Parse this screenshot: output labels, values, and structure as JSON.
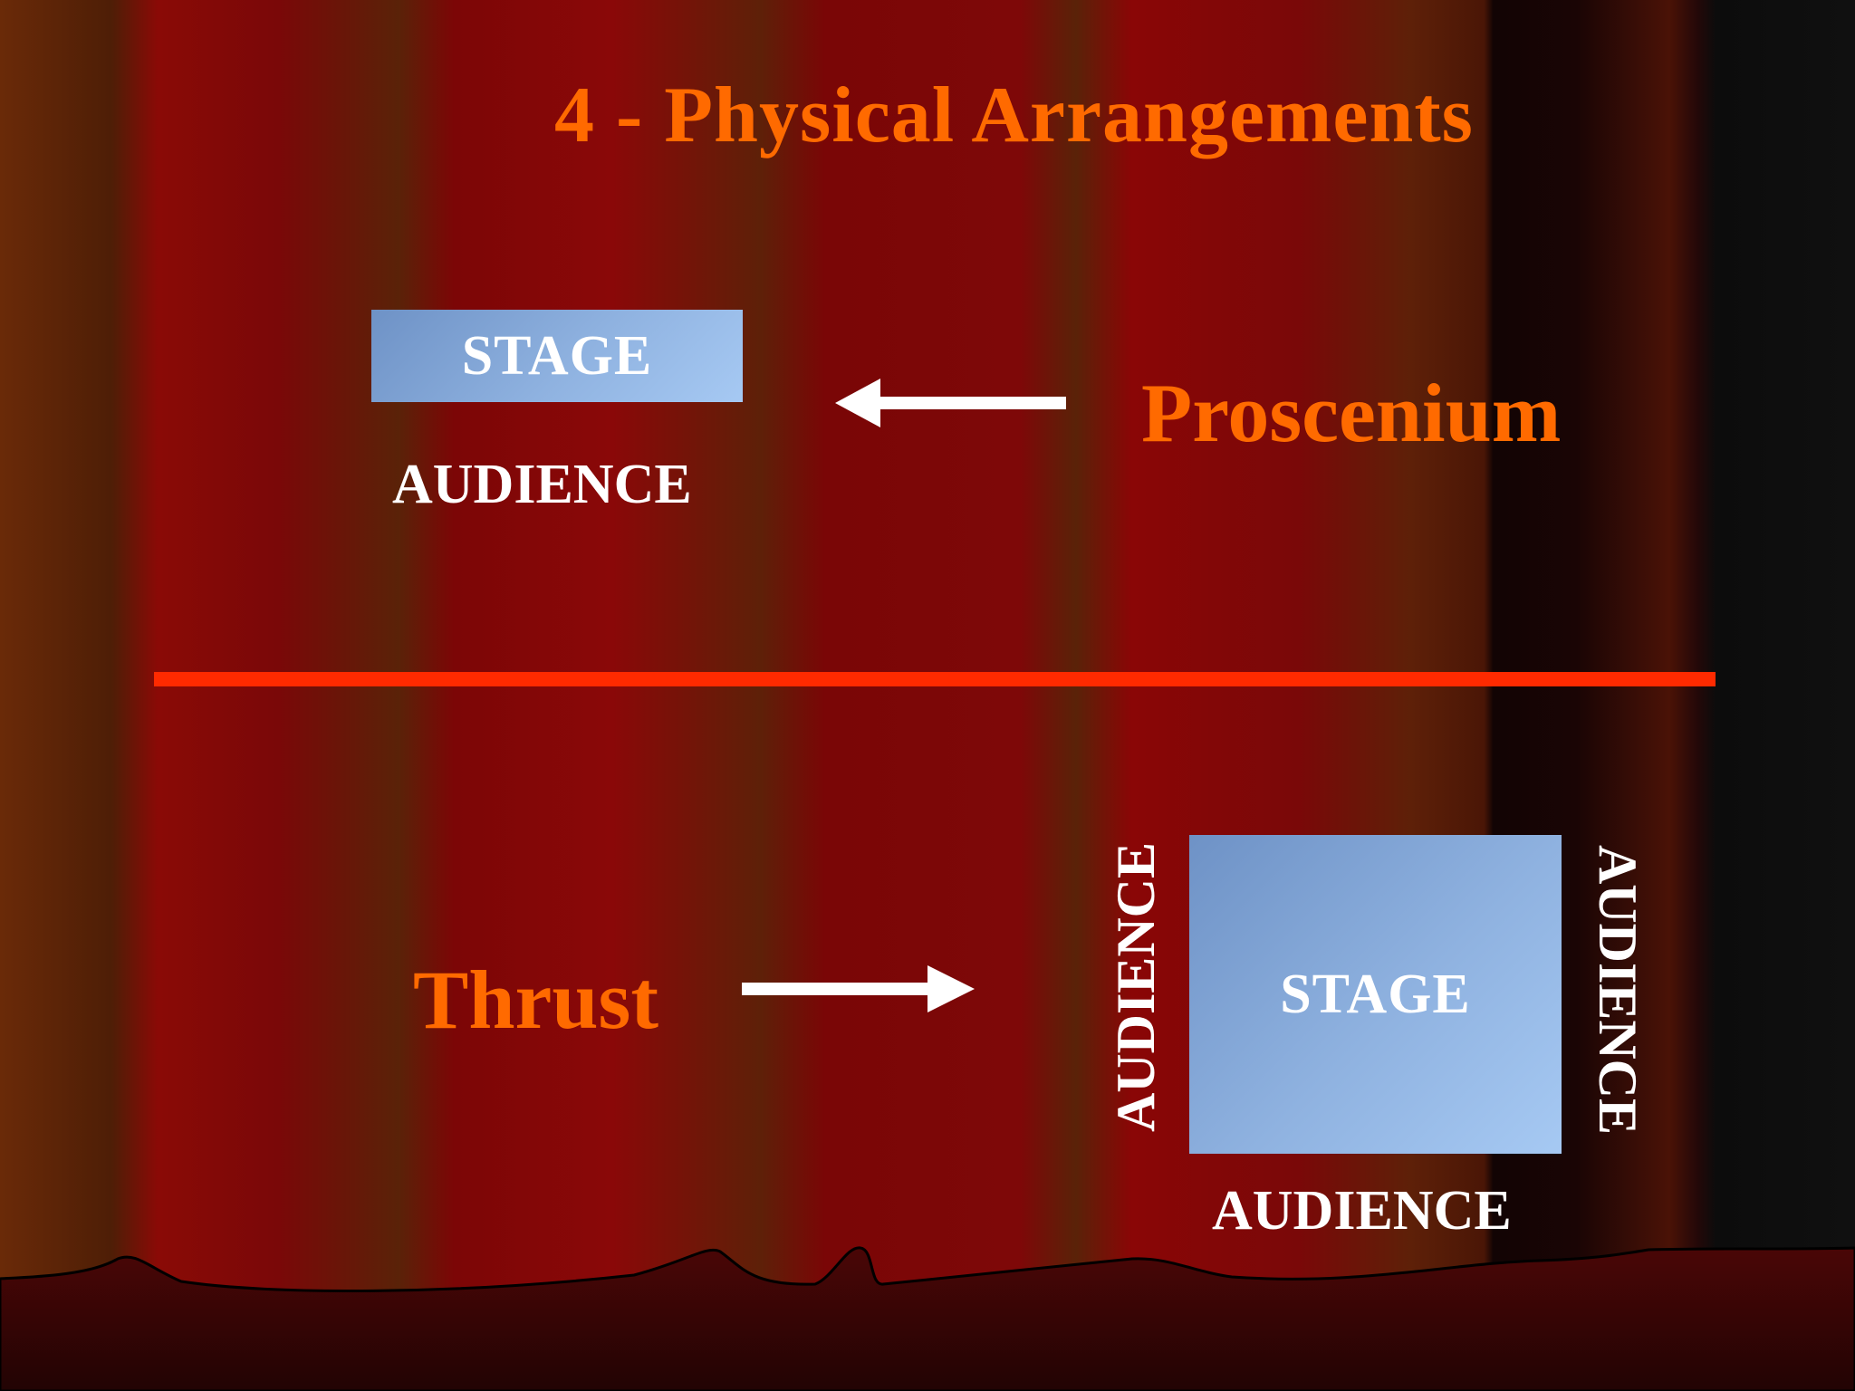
{
  "slide": {
    "title": "4 - Physical Arrangements",
    "proscenium": {
      "stage_label": "STAGE",
      "audience_label": "AUDIENCE",
      "name": "Proscenium"
    },
    "thrust": {
      "name": "Thrust",
      "stage_label": "STAGE",
      "audience_left": "AUDIENCE",
      "audience_right": "AUDIENCE",
      "audience_bottom": "AUDIENCE"
    },
    "icons": {
      "left_arrow": "arrow-left-icon",
      "right_arrow": "arrow-right-icon"
    }
  },
  "colors": {
    "accent": "#ff6a00",
    "divider": "#ff2a00",
    "text": "#ffffff",
    "stage_box": "#8fb2e0"
  }
}
